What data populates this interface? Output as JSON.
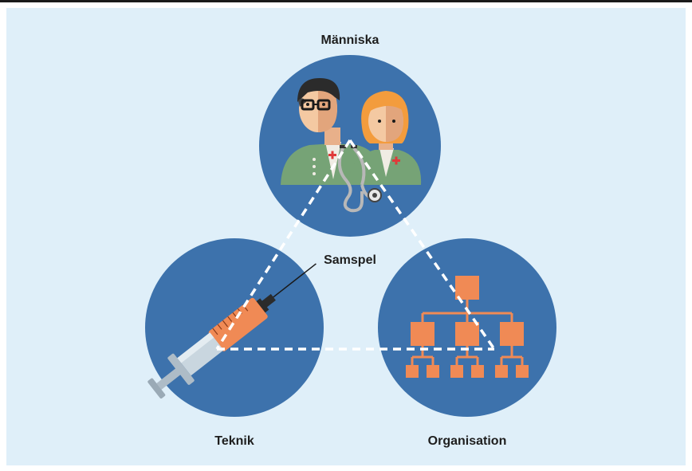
{
  "labels": {
    "top": "Människa",
    "center": "Samspel",
    "left": "Teknik",
    "right": "Organisation"
  },
  "colors": {
    "background": "#dfeff9",
    "circle": "#3d72ac",
    "accent_orange": "#f08a55",
    "scrub_green": "#76a376",
    "line": "#1a1a1a"
  }
}
